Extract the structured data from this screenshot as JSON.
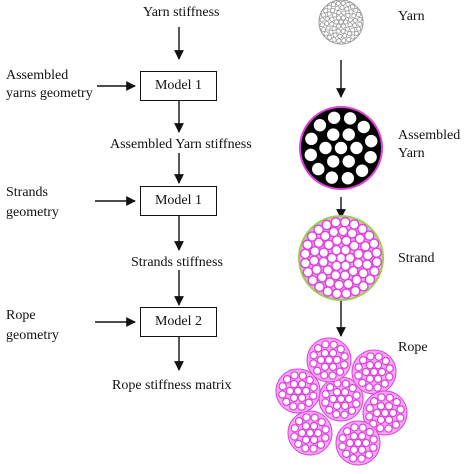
{
  "flow": {
    "yarn_stiffness": "Yarn stiffness",
    "assembled_geometry_l1": "Assembled",
    "assembled_geometry_l2": "yarns geometry",
    "model1_a": "Model 1",
    "assembled_yarn_stiffness": "Assembled Yarn stiffness",
    "strands_geometry_l1": "Strands",
    "strands_geometry_l2": "geometry",
    "model1_b": "Model 1",
    "strands_stiffness": "Strands stiffness",
    "rope_geometry_l1": "Rope",
    "rope_geometry_l2": "geometry",
    "model2": "Model 2",
    "rope_stiffness_matrix": "Rope stiffness matrix"
  },
  "hierarchy": {
    "yarn": "Yarn",
    "assembled_yarn_l1": "Assembled",
    "assembled_yarn_l2": "Yarn",
    "strand": "Strand",
    "rope": "Rope"
  },
  "colors": {
    "line": "#111111",
    "magenta": "#e040e0",
    "magenta_fill": "#f3a8f3",
    "green": "#9ad04a",
    "gray": "#b8b8b8"
  }
}
